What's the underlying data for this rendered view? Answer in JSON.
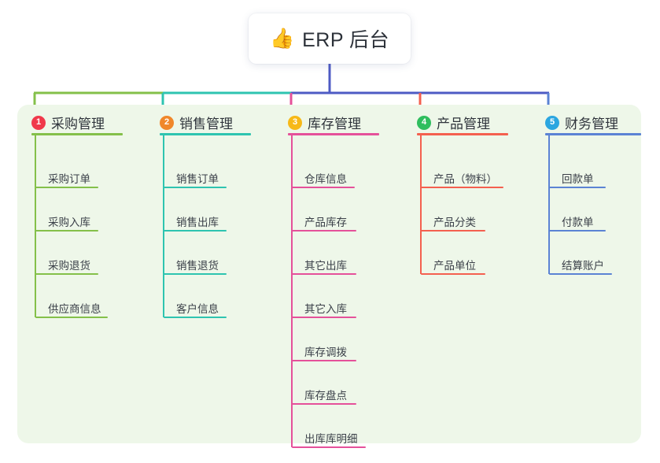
{
  "diagram": {
    "type": "mindmap-tree",
    "root": {
      "icon": "thumbs-up-icon",
      "emoji": "👍",
      "label": "ERP 后台"
    },
    "panel_background": "#eef7e9",
    "stem_color": "#4e5bc4",
    "branches": [
      {
        "index": "1",
        "title": "采购管理",
        "badge_color": "#f0394b",
        "line_color": "#84c04a",
        "head_rule_width": 116,
        "items": [
          {
            "label": "采购订单",
            "rule_width": 80
          },
          {
            "label": "采购入库",
            "rule_width": 80
          },
          {
            "label": "采购退货",
            "rule_width": 80
          },
          {
            "label": "供应商信息",
            "rule_width": 92
          }
        ]
      },
      {
        "index": "2",
        "title": "销售管理",
        "badge_color": "#f0872a",
        "line_color": "#2ec4b0",
        "head_rule_width": 116,
        "items": [
          {
            "label": "销售订单",
            "rule_width": 80
          },
          {
            "label": "销售出库",
            "rule_width": 80
          },
          {
            "label": "销售退货",
            "rule_width": 80
          },
          {
            "label": "客户信息",
            "rule_width": 80
          }
        ]
      },
      {
        "index": "3",
        "title": "库存管理",
        "badge_color": "#f7b918",
        "line_color": "#e5519a",
        "head_rule_width": 116,
        "items": [
          {
            "label": "仓库信息",
            "rule_width": 80
          },
          {
            "label": "产品库存",
            "rule_width": 82
          },
          {
            "label": "其它出库",
            "rule_width": 82
          },
          {
            "label": "其它入库",
            "rule_width": 82
          },
          {
            "label": "库存调拨",
            "rule_width": 82
          },
          {
            "label": "库存盘点",
            "rule_width": 82
          },
          {
            "label": "出库库明细",
            "rule_width": 94
          }
        ]
      },
      {
        "index": "4",
        "title": "产品管理",
        "badge_color": "#2fbe5e",
        "line_color": "#f4604f",
        "head_rule_width": 116,
        "items": [
          {
            "label": "产品（物料）",
            "rule_width": 105
          },
          {
            "label": "产品分类",
            "rule_width": 82
          },
          {
            "label": "产品单位",
            "rule_width": 82
          }
        ]
      },
      {
        "index": "5",
        "title": "财务管理",
        "badge_color": "#2ba6e0",
        "line_color": "#5b83d4",
        "head_rule_width": 122,
        "items": [
          {
            "label": "回款单",
            "rule_width": 72
          },
          {
            "label": "付款单",
            "rule_width": 72
          },
          {
            "label": "结算账户",
            "rule_width": 80
          }
        ]
      }
    ]
  }
}
